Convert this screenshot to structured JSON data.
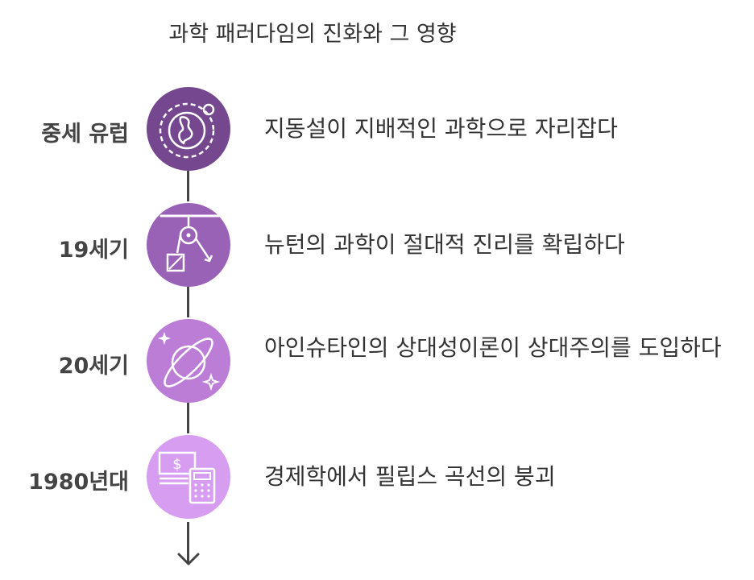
{
  "title": "과학 패러다임의 진화와 그 영향",
  "colors": {
    "node_1": "#75478f",
    "node_2": "#9a62b7",
    "node_3": "#bc7dd6",
    "node_4": "#d79df0",
    "line": "#444444"
  },
  "timeline": [
    {
      "era": "중세 유럽",
      "icon": "globe-icon",
      "description": "지동설이 지배적인 과학으로 자리잡다"
    },
    {
      "era": "19세기",
      "icon": "pulley-weight-icon",
      "description": "뉴턴의 과학이 절대적 진리를 확립하다"
    },
    {
      "era": "20세기",
      "icon": "planet-icon",
      "description": "아인슈타인의 상대성이론이 상대주의를 도입하다"
    },
    {
      "era": "1980년대",
      "icon": "money-calculator-icon",
      "description": "경제학에서 필립스 곡선의 붕괴"
    }
  ]
}
